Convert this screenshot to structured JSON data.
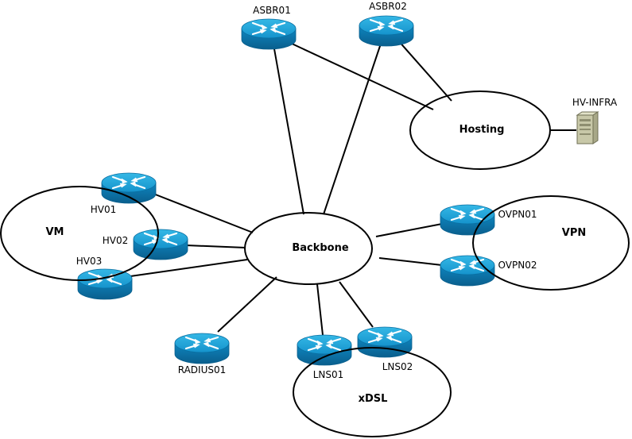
{
  "zones": {
    "hosting": "Hosting",
    "backbone": "Backbone",
    "vm": "VM",
    "vpn": "VPN",
    "xdsl": "xDSL"
  },
  "devices": {
    "asbr01": "ASBR01",
    "asbr02": "ASBR02",
    "hv_infra": "HV-INFRA",
    "hv01": "HV01",
    "hv02": "HV02",
    "hv03": "HV03",
    "ovpn01": "OVPN01",
    "ovpn02": "OVPN02",
    "radius01": "RADIUS01",
    "lns01": "LNS01",
    "lns02": "LNS02"
  },
  "colors": {
    "router_top": "#1fa6d9",
    "router_body": "#0d7fb8",
    "router_arrows": "#ffffff",
    "server_body": "#c8c8a8",
    "outline": "#000000"
  },
  "icons": {
    "router": "router-icon",
    "server": "server-icon"
  }
}
